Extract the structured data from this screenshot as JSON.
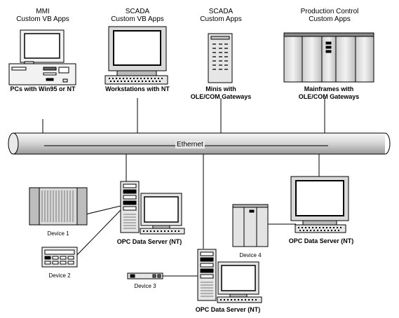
{
  "top_nodes": [
    {
      "title_line1": "MMI",
      "title_line2": "Custom VB Apps",
      "caption_line1": "PCs with Win95 or NT",
      "caption_line2": ""
    },
    {
      "title_line1": "SCADA",
      "title_line2": "Custom VB Apps",
      "caption_line1": "Workstations with NT",
      "caption_line2": ""
    },
    {
      "title_line1": "SCADA",
      "title_line2": "Custom Apps",
      "caption_line1": "Minis with",
      "caption_line2": "OLE/COM Gateways"
    },
    {
      "title_line1": "Production Control",
      "title_line2": "Custom Apps",
      "caption_line1": "Mainframes with",
      "caption_line2": "OLE/COM Gateways"
    }
  ],
  "network": {
    "label": "Ethernet"
  },
  "servers": [
    {
      "caption": "OPC Data Server (NT)"
    },
    {
      "caption": "OPC Data Server (NT)"
    },
    {
      "caption": "OPC Data Server (NT)"
    }
  ],
  "devices": [
    {
      "label": "Device 1"
    },
    {
      "label": "Device 2"
    },
    {
      "label": "Device 3"
    },
    {
      "label": "Device 4"
    }
  ]
}
